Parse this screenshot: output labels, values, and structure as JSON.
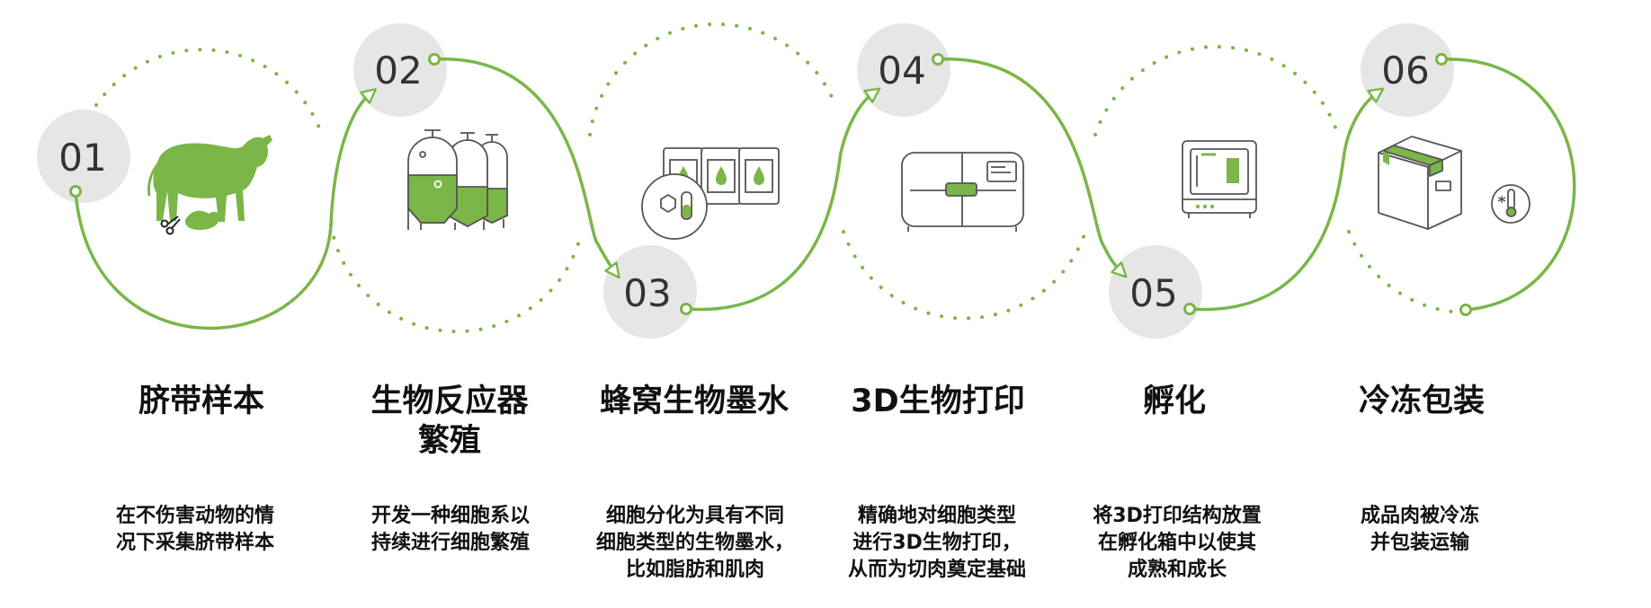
{
  "colors": {
    "accent": "#7ab648",
    "badge": "#e6e6e6",
    "icon_stroke": "#555555"
  },
  "steps": [
    {
      "number": "01",
      "icon": "cow-scissors-icon",
      "title": [
        "脐带样本"
      ],
      "desc": [
        "在不伤害动物的情",
        "况下采集脐带样本"
      ]
    },
    {
      "number": "02",
      "icon": "bioreactor-tanks-icon",
      "title": [
        "生物反应器",
        "繁殖"
      ],
      "desc": [
        "开发一种细胞系以",
        "持续进行细胞繁殖"
      ]
    },
    {
      "number": "03",
      "icon": "bio-ink-cartridges-icon",
      "title": [
        "蜂窝生物墨水"
      ],
      "desc": [
        "细胞分化为具有不同",
        "细胞类型的生物墨水，",
        "比如脂肪和肌肉"
      ]
    },
    {
      "number": "04",
      "icon": "3d-bioprinter-icon",
      "title": [
        "3D生物打印"
      ],
      "desc": [
        "精确地对细胞类型",
        "进行3D生物打印，",
        "从而为切肉奠定基础"
      ]
    },
    {
      "number": "05",
      "icon": "incubator-icon",
      "title": [
        "孵化"
      ],
      "desc": [
        "将3D打印结构放置",
        "在孵化箱中以使其",
        "成熟和成长"
      ]
    },
    {
      "number": "06",
      "icon": "frozen-package-icon",
      "title": [
        "冷冻包装"
      ],
      "desc": [
        "成品肉被冷冻",
        "并包装运输"
      ]
    }
  ]
}
